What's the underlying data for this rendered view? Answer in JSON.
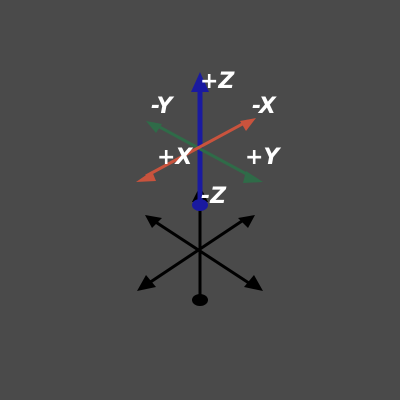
{
  "gizmo": {
    "labels": {
      "pos_z": "+Z",
      "neg_z": "-Z",
      "pos_x": "+X",
      "neg_x": "-X",
      "pos_y": "+Y",
      "neg_y": "-Y"
    },
    "colors": {
      "background": "#4a4a4a",
      "x_axis": "#c9533d",
      "y_axis": "#2f6b48",
      "z_axis": "#1a1aa0",
      "shadow": "#000000",
      "label": "#ffffff"
    }
  }
}
